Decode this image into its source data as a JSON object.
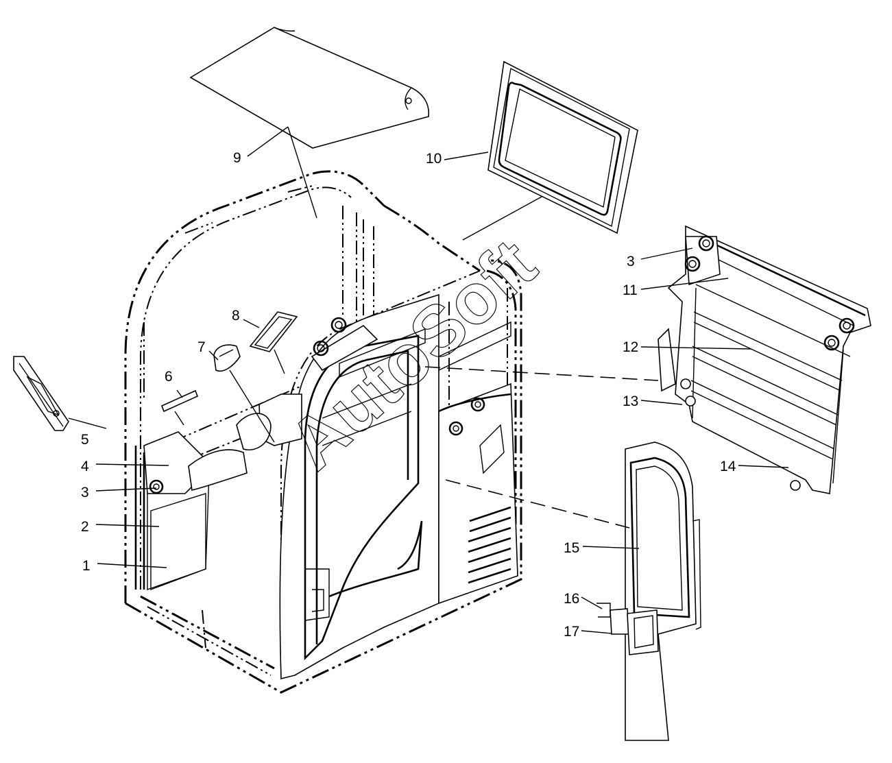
{
  "watermark": "AutoSoft",
  "callouts": [
    {
      "id": "c1",
      "label": "1"
    },
    {
      "id": "c2",
      "label": "2"
    },
    {
      "id": "c3a",
      "label": "3"
    },
    {
      "id": "c4",
      "label": "4"
    },
    {
      "id": "c5",
      "label": "5"
    },
    {
      "id": "c6",
      "label": "6"
    },
    {
      "id": "c7",
      "label": "7"
    },
    {
      "id": "c8",
      "label": "8"
    },
    {
      "id": "c9",
      "label": "9"
    },
    {
      "id": "c10",
      "label": "10"
    },
    {
      "id": "c3b",
      "label": "3"
    },
    {
      "id": "c11",
      "label": "11"
    },
    {
      "id": "c12",
      "label": "12"
    },
    {
      "id": "c13",
      "label": "13"
    },
    {
      "id": "c14",
      "label": "14"
    },
    {
      "id": "c15",
      "label": "15"
    },
    {
      "id": "c16",
      "label": "16"
    },
    {
      "id": "c17",
      "label": "17"
    }
  ]
}
